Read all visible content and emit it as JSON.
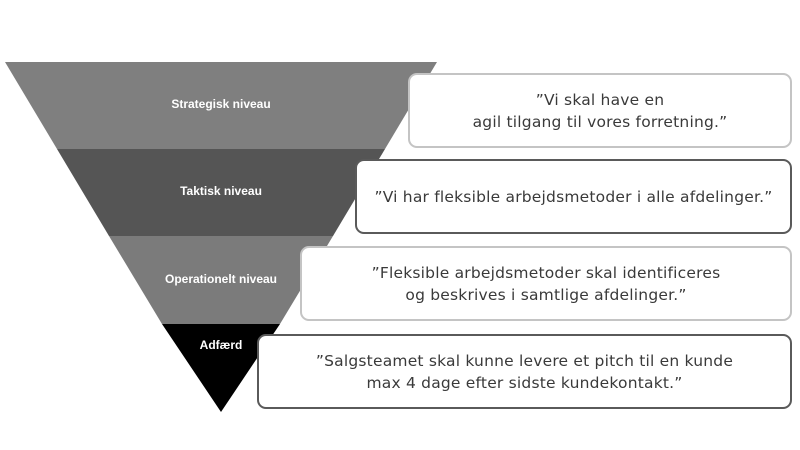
{
  "diagram": {
    "levels": [
      {
        "label": "Strategisk  niveau",
        "color": "#7f7f7f"
      },
      {
        "label": "Taktisk niveau",
        "color": "#555555"
      },
      {
        "label": "Operationelt  niveau",
        "color": "#7b7b7b"
      },
      {
        "label": "Adfærd",
        "color": "#000000"
      }
    ],
    "quotes": [
      {
        "lines": [
          "”Vi skal have en",
          "agil tilgang til vores forretning.”"
        ],
        "border": "light"
      },
      {
        "lines": [
          "”Vi har fleksible arbejdsmetoder i alle afdelinger.”"
        ],
        "border": "dark"
      },
      {
        "lines": [
          "”Fleksible arbejdsmetoder skal identificeres",
          "og beskrives i samtlige afdelinger.”"
        ],
        "border": "light"
      },
      {
        "lines": [
          "”Salgsteamet skal kunne levere et pitch til en kunde",
          "max 4 dage efter sidste kundekontakt.”"
        ],
        "border": "dark"
      }
    ]
  }
}
